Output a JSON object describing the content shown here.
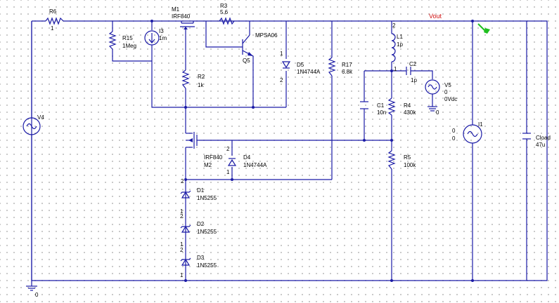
{
  "net_label": "Vout",
  "r6": {
    "ref": "R6",
    "value": "1"
  },
  "m1": {
    "ref": "M1",
    "value": "IRF840"
  },
  "r3": {
    "ref": "R3",
    "value": "5.6"
  },
  "r15": {
    "ref": "R15",
    "value": "1Meg"
  },
  "i3": {
    "ref": "I3",
    "value": "1m"
  },
  "q": {
    "ref": "MPSA06",
    "value": "Q5"
  },
  "d5": {
    "ref": "D5",
    "value": "1N4744A",
    "pin1": "1",
    "pin2": "2"
  },
  "r17": {
    "ref": "R17",
    "value": "6.8k"
  },
  "l1": {
    "ref": "L1",
    "value": "1p",
    "pin": "2"
  },
  "c2": {
    "ref": "C2",
    "value": "1p",
    "pin": "1"
  },
  "v5": {
    "ref": "V5",
    "v1": "0",
    "v2": "0Vdc",
    "gnd": "0"
  },
  "r2": {
    "ref": "R2",
    "value": "1k"
  },
  "v4": {
    "ref": "V4"
  },
  "c1": {
    "ref": "C1",
    "value": "10n"
  },
  "r4": {
    "ref": "R4",
    "value": "430k"
  },
  "i1": {
    "ref": "I1",
    "v1": "0",
    "v2": "0"
  },
  "cload": {
    "ref": "Cload",
    "value": "47u"
  },
  "m2": {
    "ref": "M2",
    "value": "IRF840"
  },
  "d4": {
    "ref": "D4",
    "value": "1N4744A",
    "pin1": "1",
    "pin2": "2"
  },
  "r5": {
    "ref": "R5",
    "value": "100k"
  },
  "d1": {
    "ref": "D1",
    "value": "1N5255",
    "pin1": "1",
    "pin2": "2"
  },
  "d2": {
    "ref": "D2",
    "value": "1N5255",
    "pin1": "1",
    "pin2": "2"
  },
  "d3": {
    "ref": "D3",
    "value": "1N5255",
    "pin1": "1",
    "pin2": "2"
  },
  "gnd": {
    "label": "0"
  }
}
